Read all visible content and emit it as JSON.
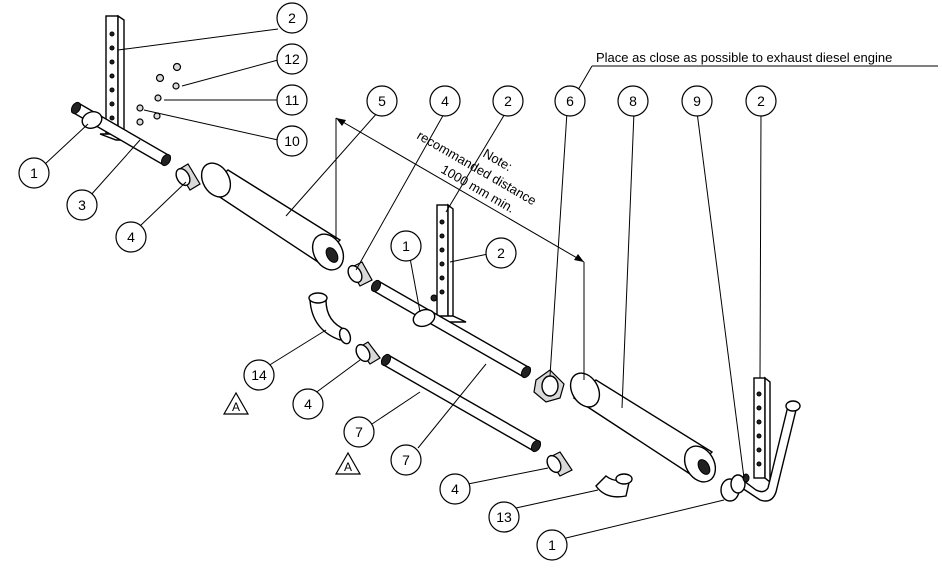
{
  "drawing": {
    "callout_note": "Place as close as possible to exhaust diesel engine",
    "dimension_note": [
      "Note:",
      "recommanded distance",
      "1000 mm min."
    ],
    "view_marker": "A",
    "balloons": [
      "2",
      "12",
      "11",
      "10",
      "1",
      "3",
      "4",
      "5",
      "4",
      "2",
      "6",
      "8",
      "9",
      "2",
      "2",
      "1",
      "14",
      "4",
      "7",
      "7",
      "4",
      "13",
      "1"
    ]
  }
}
